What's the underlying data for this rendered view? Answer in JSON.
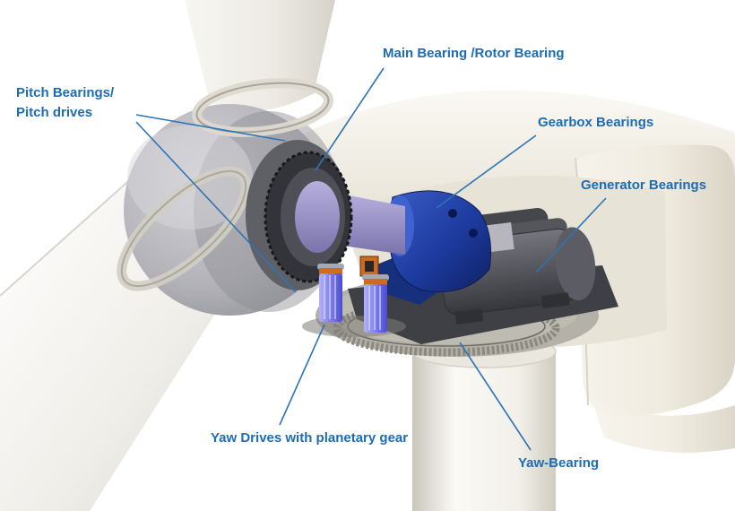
{
  "labels": {
    "main_bearing": "Main Bearing /Rotor Bearing",
    "pitch_line1": "Pitch Bearings/",
    "pitch_line2": "Pitch drives",
    "gearbox": "Gearbox Bearings",
    "generator": "Generator Bearings",
    "yaw_drives": "Yaw Drives with planetary gear",
    "yaw_bearing": "Yaw-Bearing"
  },
  "colors": {
    "label-blue": "#1e6cb3",
    "callout-blue": "#2e74b5",
    "gearbox-blue": "#1d3a9e",
    "yaw-drive-violet": "#6a6ae0",
    "nacelle-cream": "#efece3",
    "generator-gray": "#4a4b51"
  }
}
